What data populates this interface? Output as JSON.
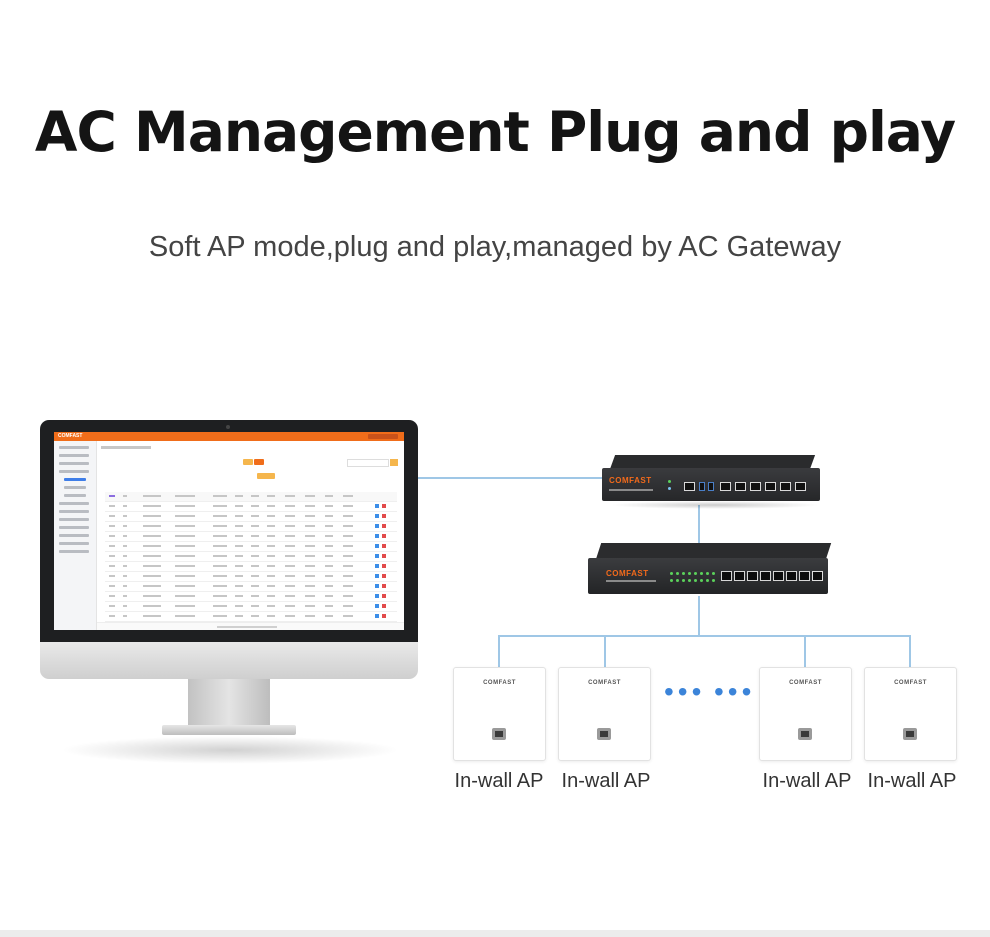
{
  "headline": "AC Management Plug and play",
  "subline": "Soft AP mode,plug and play,managed by AC Gateway",
  "devices": {
    "gateway_brand": "COMFAST",
    "switch_brand": "COMFAST",
    "ap_brand": "COMFAST",
    "screen_logo": "COMFAST"
  },
  "aps": [
    {
      "label": "In-wall AP"
    },
    {
      "label": "In-wall AP"
    },
    {
      "label": "In-wall AP"
    },
    {
      "label": "In-wall AP"
    }
  ],
  "ellipsis": [
    "•••",
    "•••"
  ],
  "colors": {
    "brand_orange": "#f26a1b",
    "line_blue": "#9fc7e6",
    "dots_blue": "#3b84d9"
  }
}
